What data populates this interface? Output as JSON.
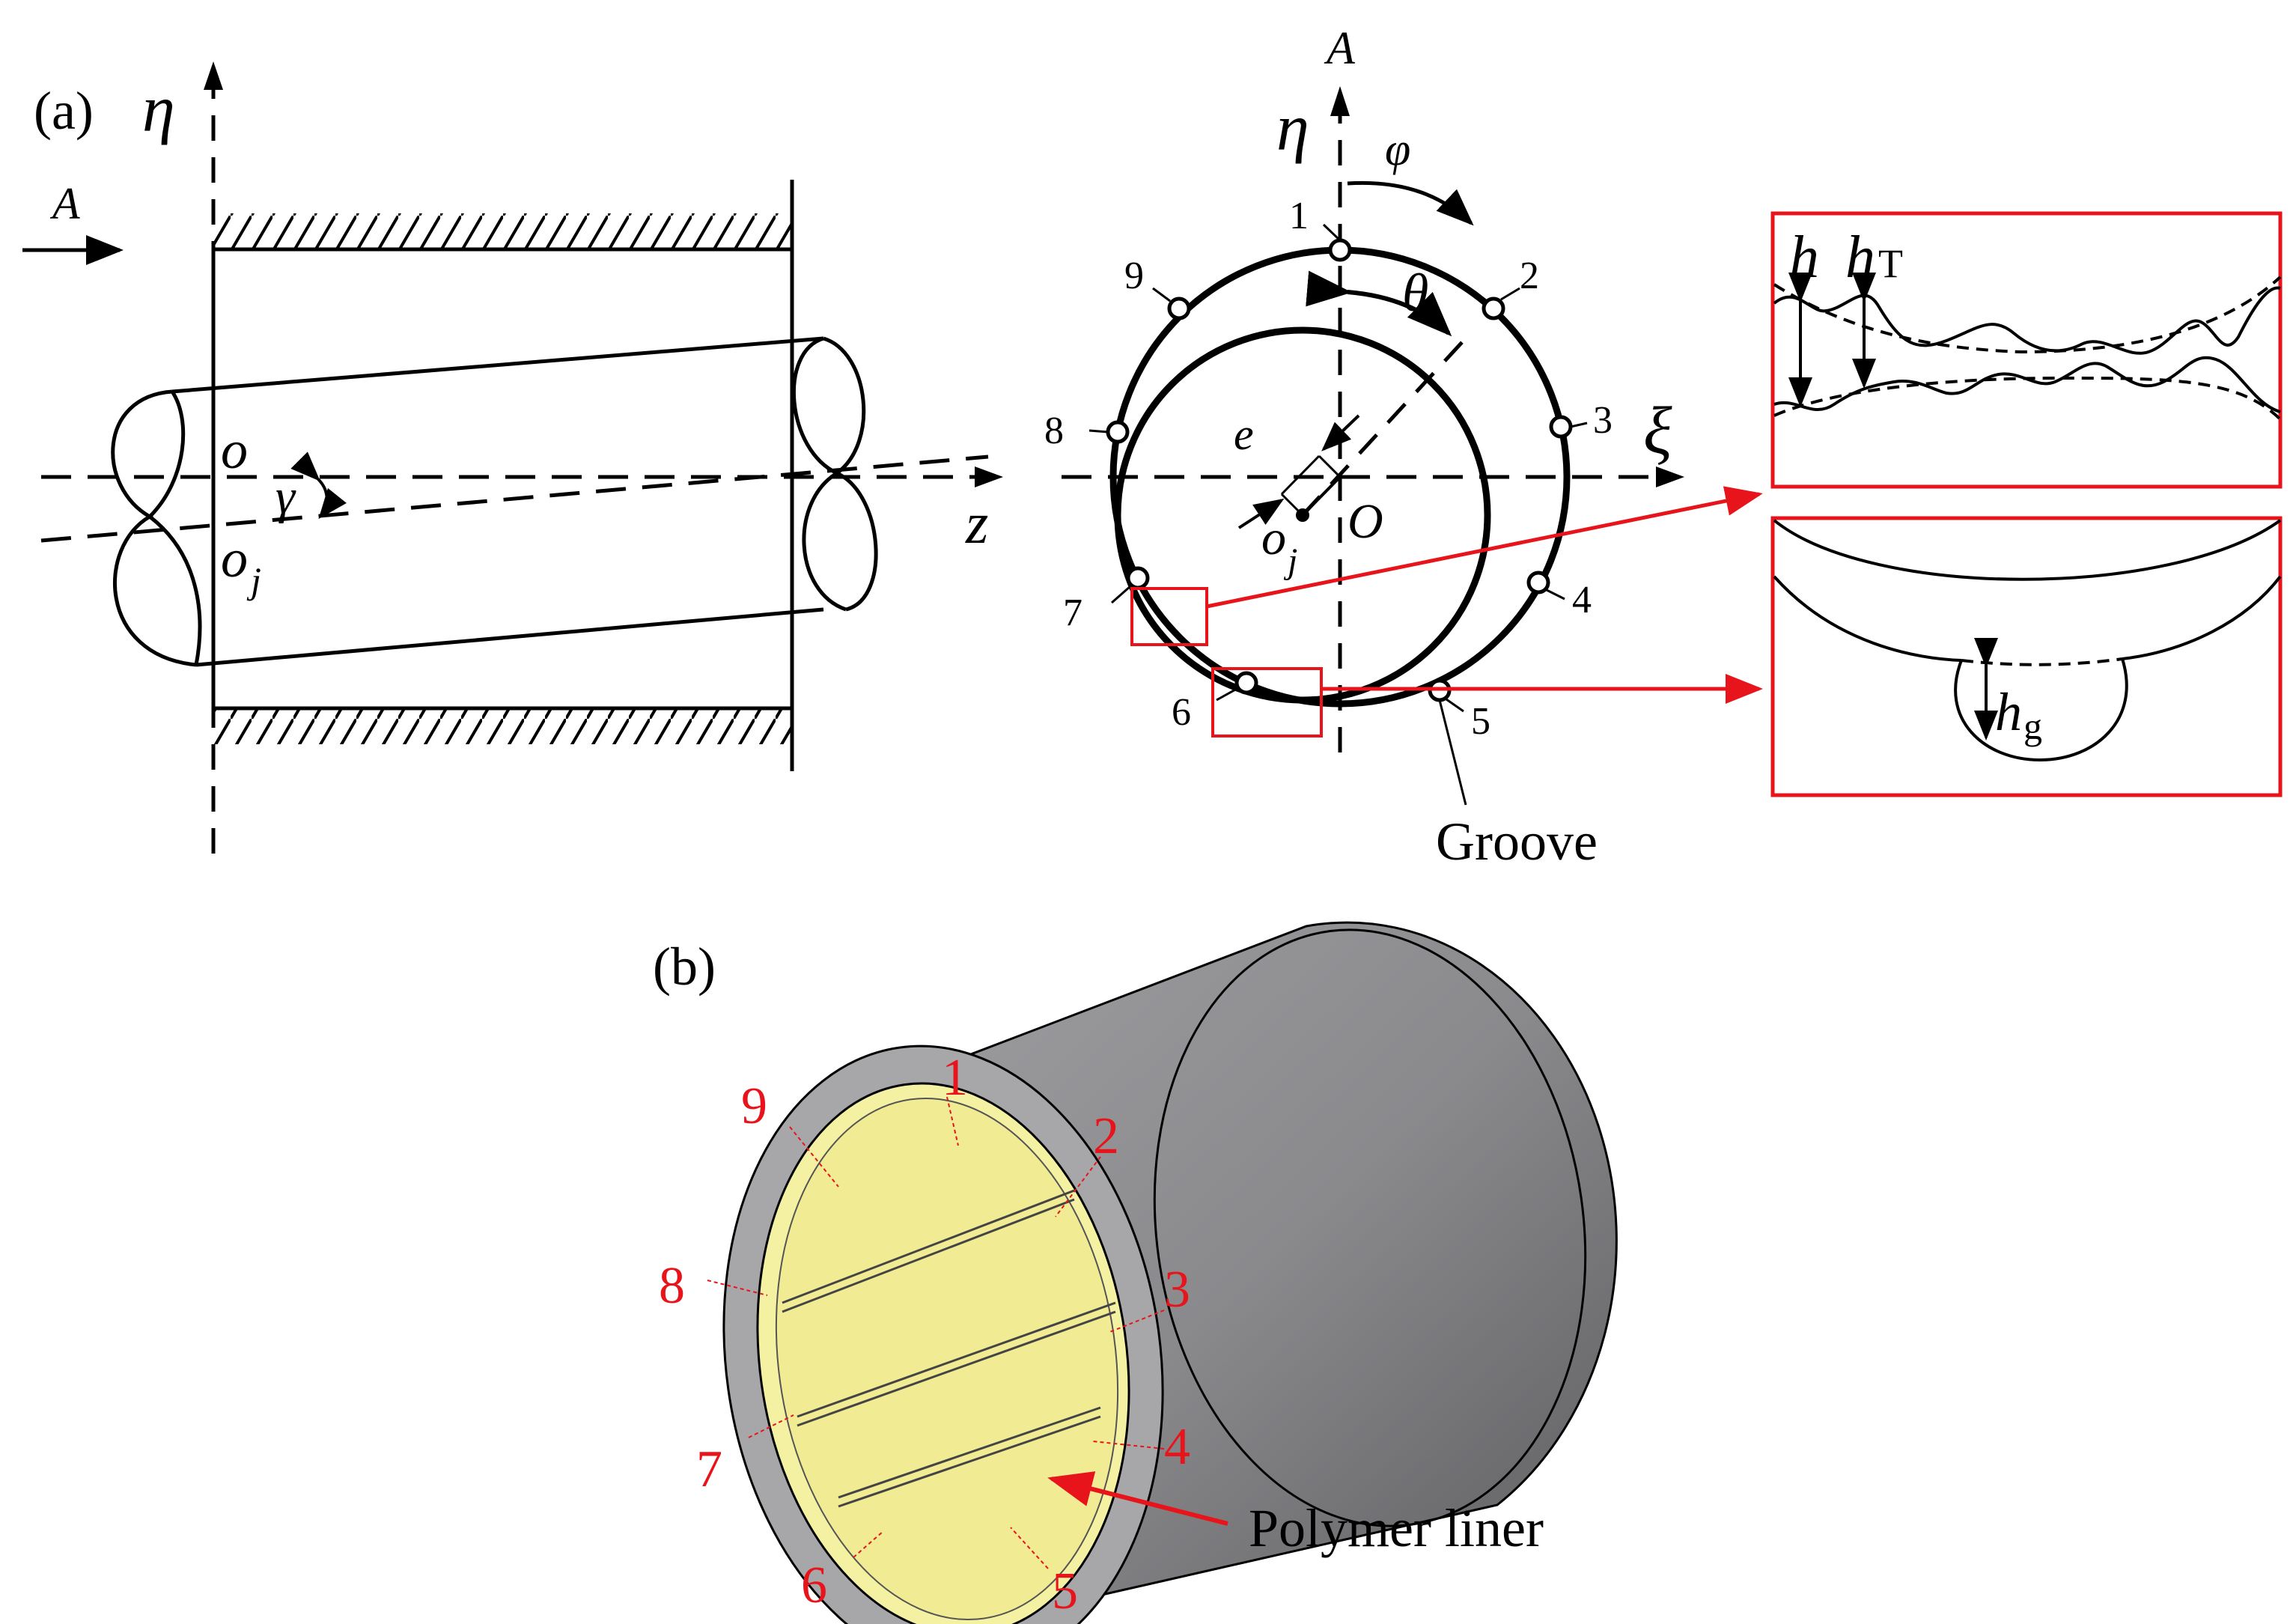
{
  "panel_a": {
    "label": "(a)",
    "side_view": {
      "eta": "η",
      "view_label": "A",
      "z": "z",
      "o": "o",
      "oj_base": "o",
      "oj_sub": "j",
      "gamma": "γ"
    },
    "section_view": {
      "view_label": "A",
      "eta": "η",
      "phi": "φ",
      "theta": "θ",
      "xi": "ξ",
      "e": "e",
      "o": "O",
      "oj_base": "o",
      "oj_sub": "j",
      "groove_label": "Groove",
      "groove_numbers": [
        "1",
        "2",
        "3",
        "4",
        "5",
        "6",
        "7",
        "8",
        "9"
      ]
    },
    "zoom_film": {
      "h": "h",
      "hT_base": "h",
      "hT_sub": "T"
    },
    "zoom_groove": {
      "hg_base": "h",
      "hg_sub": "g"
    }
  },
  "panel_b": {
    "label": "(b)",
    "groove_numbers": [
      "1",
      "2",
      "3",
      "4",
      "5",
      "6",
      "7",
      "8",
      "9"
    ],
    "liner_label": "Polymer liner",
    "colors": {
      "numbers": "#e8141b",
      "liner": "#f5f1a3",
      "shell": "#8f8f92",
      "end_face": "#a7a7a9"
    }
  },
  "colors": {
    "red_box": "#e8141b"
  }
}
